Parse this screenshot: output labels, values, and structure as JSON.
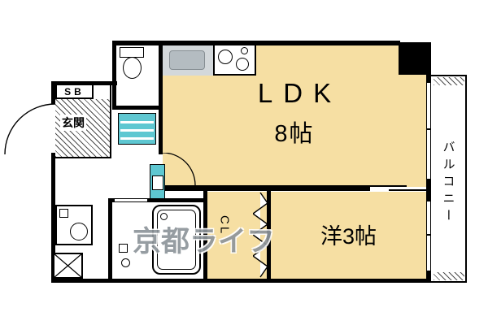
{
  "rooms": {
    "ldk": {
      "name": "LDK",
      "size": "8帖"
    },
    "western": {
      "name": "洋3帖"
    },
    "closet": {
      "name": "CL"
    },
    "balcony": {
      "name": "バルコニー"
    },
    "entrance": {
      "name": "玄関"
    },
    "shoe_box": {
      "name": "SB"
    }
  },
  "watermark": {
    "text": "京都ライフ"
  },
  "colors": {
    "room_fill": "#f6dfa3",
    "fixture_accent": "#5ec7d1",
    "wall": "#000000",
    "watermark_gray": "#8e959b"
  }
}
